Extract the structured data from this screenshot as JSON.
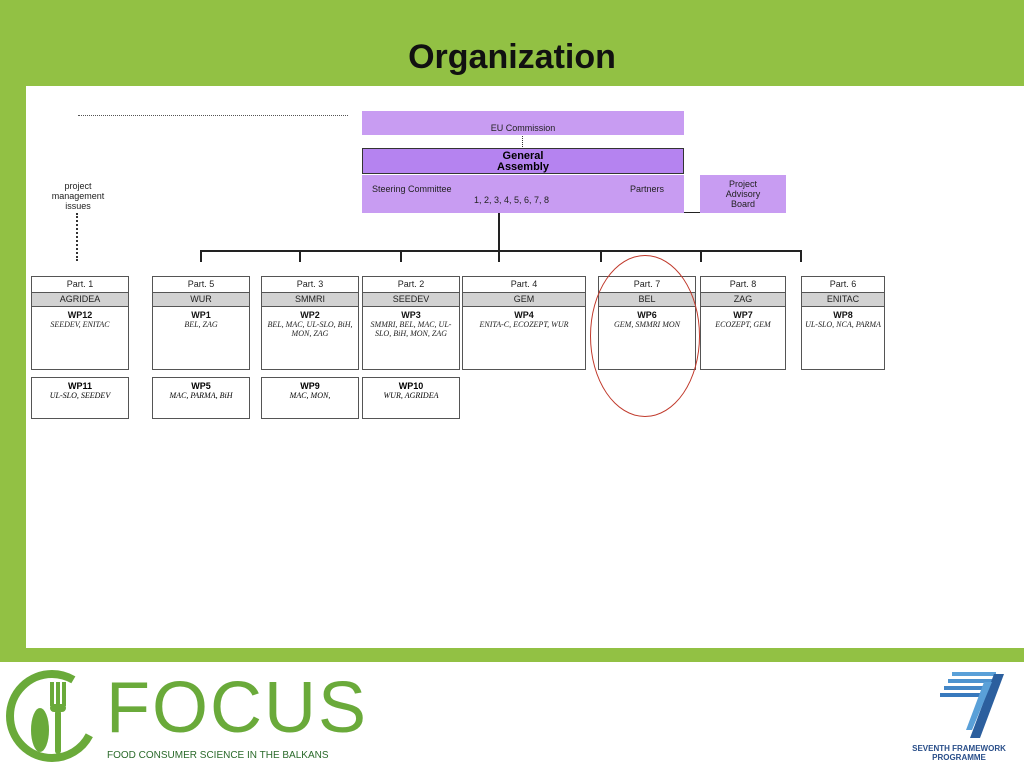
{
  "title": "Organization",
  "top": {
    "eu_commission": "EU Commission",
    "ga_line1": "General",
    "ga_line2": "Assembly",
    "steering": "Steering Committee",
    "partners": "Partners",
    "numbers": "1, 2, 3, 4, 5, 6, 7, 8",
    "advisory_line1": "Project",
    "advisory_line2": "Advisory",
    "advisory_line3": "Board",
    "pm_line1": "project",
    "pm_line2": "management",
    "pm_line3": "issues"
  },
  "cards": [
    {
      "part": "Part. 1",
      "org": "AGRIDEA",
      "wp": "WP12",
      "partners": "SEEDEV, ENITAC"
    },
    {
      "part": "Part. 5",
      "org": "WUR",
      "wp": "WP1",
      "partners": "BEL, ZAG"
    },
    {
      "part": "Part. 3",
      "org": "SMMRI",
      "wp": "WP2",
      "partners": "BEL, MAC, UL-SLO, BiH, MON, ZAG"
    },
    {
      "part": "Part. 2",
      "org": "SEEDEV",
      "wp": "WP3",
      "partners": "SMMRI, BEL, MAC, UL-SLO, BiH, MON, ZAG"
    },
    {
      "part": "Part. 4",
      "org": "GEM",
      "wp": "WP4",
      "partners": "ENITA-C, ECOZEPT, WUR"
    },
    {
      "part": "Part. 7",
      "org": "BEL",
      "wp": "WP6",
      "partners": "GEM, SMMRI MON"
    },
    {
      "part": "Part. 8",
      "org": "ZAG",
      "wp": "WP7",
      "partners": "ECOZEPT, GEM"
    },
    {
      "part": "Part. 6",
      "org": "ENITAC",
      "wp": "WP8",
      "partners": "UL-SLO, NCA, PARMA"
    }
  ],
  "wp_cards": [
    {
      "wp": "WP11",
      "partners": "UL-SLO, SEEDEV"
    },
    {
      "wp": "WP5",
      "partners": "MAC, PARMA, BiH"
    },
    {
      "wp": "WP9",
      "partners": "MAC, MON,"
    },
    {
      "wp": "WP10",
      "partners": "WUR, AGRIDEA"
    }
  ],
  "footer": {
    "logo_word": "FOCUS",
    "logo_sub": "FOOD CONSUMER SCIENCE IN THE BALKANS",
    "fp_line1": "SEVENTH FRAMEWORK",
    "fp_line2": "PROGRAMME"
  },
  "colors": {
    "band": "#92c144",
    "purple": "#c89cf2",
    "focus_green": "#6aaa3a",
    "highlight": "#c0392b"
  }
}
